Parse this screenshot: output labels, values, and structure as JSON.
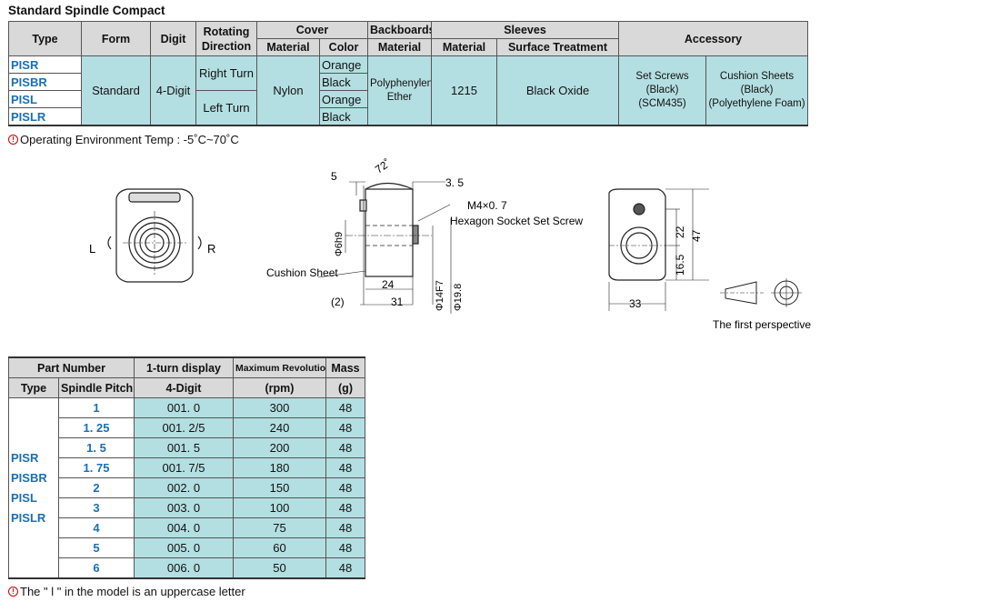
{
  "title": "Standard Spindle Compact",
  "spec_table": {
    "headers": {
      "type": "Type",
      "form": "Form",
      "digit": "Digit",
      "rotating_direction": "Rotating Direction",
      "cover": "Cover",
      "cover_material": "Material",
      "cover_color": "Color",
      "backboards": "Backboards",
      "backboards_material": "Material",
      "sleeves": "Sleeves",
      "sleeves_material": "Material",
      "surface_treatment": "Surface Treatment",
      "accessory": "Accessory"
    },
    "types": [
      "PISR",
      "PISBR",
      "PISL",
      "PISLR"
    ],
    "form": "Standard",
    "digit": "4-Digit",
    "right_turn": "Right Turn",
    "left_turn": "Left Turn",
    "cover_material": "Nylon",
    "colors": [
      "Orange",
      "Black",
      "Orange",
      "Black"
    ],
    "backboard_material": "Polyphenylene Ether",
    "sleeve_material": "1215",
    "surface_treatment": "Black Oxide",
    "accessory_1": "Set Screws (Black) (SCM435)",
    "accessory_2": "Cushion Sheets (Black) (Polyethylene Foam)"
  },
  "note_temp": "Operating Environment Temp : -5˚C~70˚C",
  "drawing": {
    "labels": {
      "l": "L",
      "r": "R",
      "dim_5": "5",
      "angle_72": "72˚",
      "dim_3_5": "3. 5",
      "thread": "M4×0. 7",
      "screw": "Hexagon Socket Set Screw",
      "dia_6": "Φ6h9",
      "cushion": "Cushion Sheet",
      "dim_24": "24",
      "dim_2": "(2)",
      "dim_31": "31",
      "dia_14": "Φ14F7",
      "dia_19_8": "Φ19.8",
      "dim_22": "22",
      "dim_47": "47",
      "dim_16_5": "16.5",
      "dim_33": "33",
      "first_perspective": "The first perspective"
    }
  },
  "part_table": {
    "headers": {
      "part_number": "Part Number",
      "one_turn": "1-turn display",
      "max_rev": "Maximum Revolution",
      "mass": "Mass",
      "type": "Type",
      "spindle_pitch": "Spindle Pitch",
      "four_digit": "4-Digit",
      "rpm": "(rpm)",
      "g": "(g)"
    },
    "types": [
      "PISR",
      "PISBR",
      "PISL",
      "PISLR"
    ],
    "rows": [
      {
        "pitch": "1",
        "display": "001. 0",
        "rpm": "300",
        "mass": "48"
      },
      {
        "pitch": "1. 25",
        "display": "001. 2/5",
        "rpm": "240",
        "mass": "48"
      },
      {
        "pitch": "1. 5",
        "display": "001. 5",
        "rpm": "200",
        "mass": "48"
      },
      {
        "pitch": "1. 75",
        "display": "001. 7/5",
        "rpm": "180",
        "mass": "48"
      },
      {
        "pitch": "2",
        "display": "002. 0",
        "rpm": "150",
        "mass": "48"
      },
      {
        "pitch": "3",
        "display": "003. 0",
        "rpm": "100",
        "mass": "48"
      },
      {
        "pitch": "4",
        "display": "004. 0",
        "rpm": "75",
        "mass": "48"
      },
      {
        "pitch": "5",
        "display": "005. 0",
        "rpm": "60",
        "mass": "48"
      },
      {
        "pitch": "6",
        "display": "006. 0",
        "rpm": "50",
        "mass": "48"
      }
    ]
  },
  "note_letter": "The \" l \" in the model is an uppercase letter",
  "colors": {
    "cell_blue": "#b4dfe2",
    "header_gray": "#d9d9d9",
    "type_blue": "#1a6fb5",
    "warn_red": "#cc0000"
  }
}
